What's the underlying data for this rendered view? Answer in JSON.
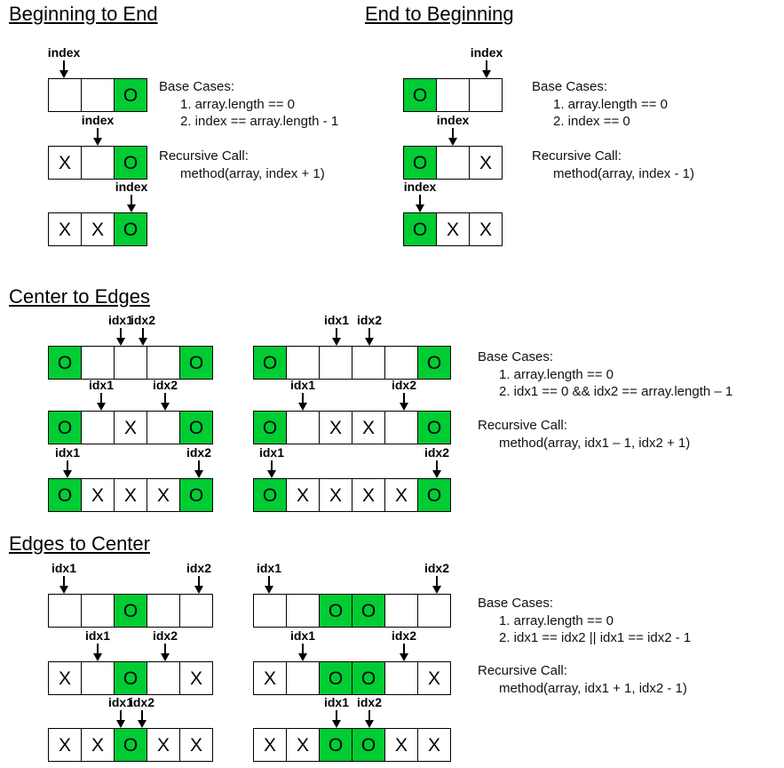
{
  "headings": {
    "b2e": "Beginning to End",
    "e2b": "End to Beginning",
    "c2e": "Center to Edges",
    "e2c": "Edges to Center"
  },
  "pointer_labels": {
    "index": "index",
    "idx1": "idx1",
    "idx2": "idx2"
  },
  "marks": {
    "x": "X",
    "o": "O"
  },
  "b2e": {
    "arrays": [
      [
        "",
        "",
        "O"
      ],
      [
        "X",
        "",
        "O"
      ],
      [
        "X",
        "X",
        "O"
      ]
    ],
    "base_title": "Base Cases:",
    "base_1": "1. array.length == 0",
    "base_2": "2. index == array.length - 1",
    "rec_title": "Recursive Call:",
    "rec_1": "method(array, index + 1)"
  },
  "e2b": {
    "arrays": [
      [
        "O",
        "",
        ""
      ],
      [
        "O",
        "",
        "X"
      ],
      [
        "O",
        "X",
        "X"
      ]
    ],
    "base_title": "Base Cases:",
    "base_1": "1. array.length == 0",
    "base_2": "2. index == 0",
    "rec_title": "Recursive Call:",
    "rec_1": "method(array, index - 1)"
  },
  "c2e": {
    "odd_arrays": [
      [
        "O",
        "",
        "",
        "",
        "O"
      ],
      [
        "O",
        "",
        "X",
        "",
        "O"
      ],
      [
        "O",
        "X",
        "X",
        "X",
        "O"
      ]
    ],
    "even_arrays": [
      [
        "O",
        "",
        "",
        "",
        "",
        "O"
      ],
      [
        "O",
        "",
        "X",
        "X",
        "",
        "O"
      ],
      [
        "O",
        "X",
        "X",
        "X",
        "X",
        "O"
      ]
    ],
    "base_title": "Base Cases:",
    "base_1": "1. array.length == 0",
    "base_2": "2. idx1 == 0 && idx2 == array.length – 1",
    "rec_title": "Recursive Call:",
    "rec_1": "method(array, idx1 – 1, idx2 + 1)"
  },
  "e2c": {
    "odd_arrays": [
      [
        "",
        "",
        "O",
        "",
        ""
      ],
      [
        "X",
        "",
        "O",
        "",
        "X"
      ],
      [
        "X",
        "X",
        "O",
        "X",
        "X"
      ]
    ],
    "even_arrays": [
      [
        "",
        "",
        "O",
        "O",
        "",
        ""
      ],
      [
        "X",
        "",
        "O",
        "O",
        "",
        "X"
      ],
      [
        "X",
        "X",
        "O",
        "O",
        "X",
        "X"
      ]
    ],
    "base_title": "Base Cases:",
    "base_1": "1. array.length == 0",
    "base_2": "2. idx1 == idx2 || idx1 == idx2 - 1",
    "rec_title": "Recursive Call:",
    "rec_1": "method(array, idx1 + 1, idx2 - 1)"
  },
  "colors": {
    "filled_cell": "#00cc33",
    "empty_cell": "#ffffff",
    "line": "#000000"
  }
}
